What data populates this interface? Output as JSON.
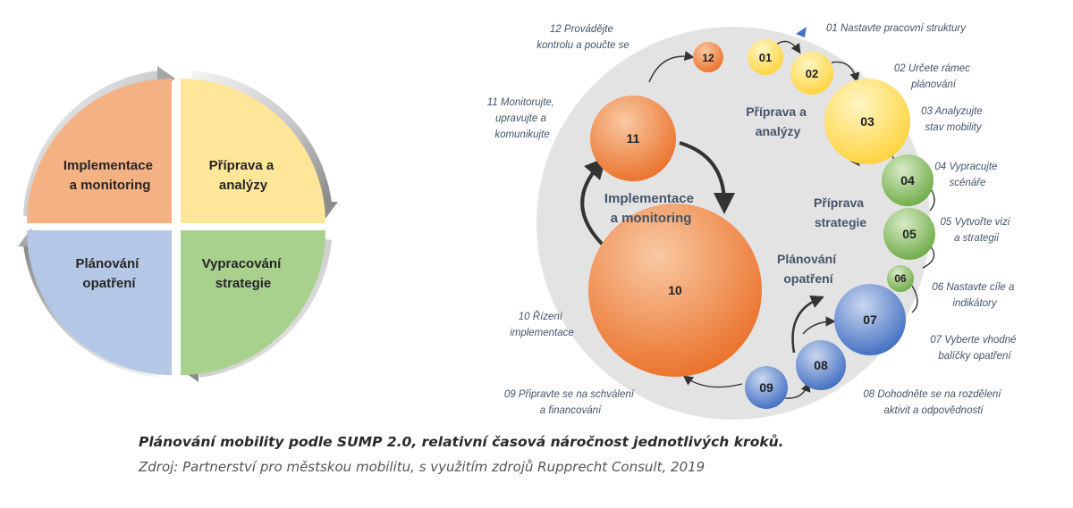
{
  "left": {
    "quadrants": [
      {
        "id": "implementation",
        "lines": [
          "Implementace",
          "a monitoring"
        ],
        "color": "#f4b183"
      },
      {
        "id": "analysis",
        "lines": [
          "Příprava a",
          "analýzy"
        ],
        "color": "#ffe699"
      },
      {
        "id": "planning",
        "lines": [
          "Plánování",
          "opatření"
        ],
        "color": "#b4c7e7"
      },
      {
        "id": "strategy",
        "lines": [
          "Vypracování",
          "strategie"
        ],
        "color": "#a9d18e"
      }
    ]
  },
  "right": {
    "phase_labels": [
      {
        "id": "analysis",
        "lines": [
          "Příprava a",
          "analýzy"
        ]
      },
      {
        "id": "strategy",
        "lines": [
          "Příprava",
          "strategie"
        ]
      },
      {
        "id": "planning",
        "lines": [
          "Plánování",
          "opatření"
        ]
      },
      {
        "id": "implementation",
        "lines": [
          "Implementace",
          "a monitoring"
        ]
      }
    ],
    "steps": [
      {
        "num": "01",
        "lines": [
          "01 Nastavte pracovní struktury"
        ],
        "phase": "analysis"
      },
      {
        "num": "02",
        "lines": [
          "02 Určete rámec",
          "plánování"
        ],
        "phase": "analysis"
      },
      {
        "num": "03",
        "lines": [
          "03 Analyzujte",
          "stav mobility"
        ],
        "phase": "analysis"
      },
      {
        "num": "04",
        "lines": [
          "04 Vypracujte",
          "scénáře"
        ],
        "phase": "strategy"
      },
      {
        "num": "05",
        "lines": [
          "05 Vytvořte vizi",
          "a strategii"
        ],
        "phase": "strategy"
      },
      {
        "num": "06",
        "lines": [
          "06 Nastavte cíle a",
          "indikátory"
        ],
        "phase": "strategy"
      },
      {
        "num": "07",
        "lines": [
          "07 Vyberte vhodné",
          "balíčky opatření"
        ],
        "phase": "planning"
      },
      {
        "num": "08",
        "lines": [
          "08 Dohodněte se na rozdělení",
          "aktivit a odpovědností"
        ],
        "phase": "planning"
      },
      {
        "num": "09",
        "lines": [
          "09 Připravte se na schválení",
          "a financování"
        ],
        "phase": "planning"
      },
      {
        "num": "10",
        "lines": [
          "10 Řízení",
          "implementace"
        ],
        "phase": "implementation"
      },
      {
        "num": "11",
        "lines": [
          "11 Monitorujte,",
          "upravujte a",
          "komunikujte"
        ],
        "phase": "implementation"
      },
      {
        "num": "12",
        "lines": [
          "12 Provádějte",
          "kontrolu a poučte se"
        ],
        "phase": "implementation"
      }
    ]
  },
  "caption": {
    "title": "Plánování mobility podle SUMP 2.0, relativní časová náročnost jednotlivých kroků.",
    "source": "Zdroj: Partnerství pro městskou mobilitu, s využitím zdrojů Rupprecht Consult, 2019"
  },
  "colors": {
    "yellow": "#ffd94a",
    "green": "#70ad47",
    "blue": "#4472c4",
    "orange": "#ed7d31",
    "arc_gray": "#bdbdbd",
    "bg_circle": "#e4e3e3",
    "label_text": "#44546a",
    "desc_text": "#44546a"
  }
}
